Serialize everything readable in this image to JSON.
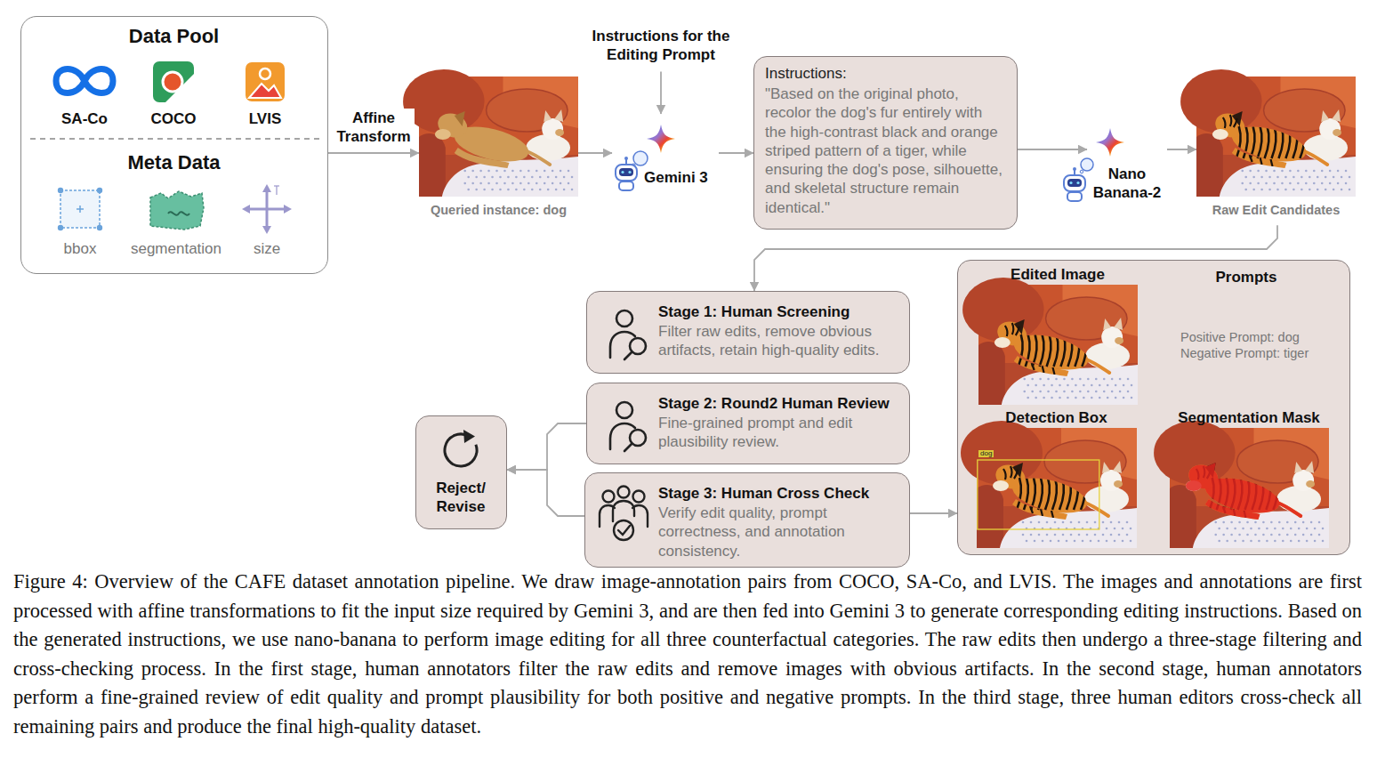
{
  "diagram": {
    "caption": "Figure 4: Overview of the CAFE dataset annotation pipeline. We draw image-annotation pairs from COCO, SA-Co, and LVIS. The images and annotations are first processed with affine transformations to fit the input size required by Gemini 3, and are then fed into Gemini 3 to generate corresponding editing instructions. Based on the generated instructions, we use nano-banana to perform image editing for all three counterfactual categories. The raw edits then undergo a three-stage filtering and cross-checking process. In the first stage, human annotators filter the raw edits and remove images with obvious artifacts. In the second stage, human annotators perform a fine-grained review of edit quality and prompt plausibility for both positive and negative prompts. In the third stage, three human editors cross-check all remaining pairs and produce the final high-quality dataset.",
    "nodes": [
      {
        "text": [
          "Data Pool",
          "SA-Co",
          "COCO",
          "LVIS",
          "Meta Data",
          "bbox",
          "segmentation",
          "size"
        ]
      },
      {
        "text": [
          "Queried instance: dog"
        ]
      },
      {
        "text": [
          "Instructions for the Editing Prompt"
        ]
      },
      {
        "text": [
          "Gemini 3"
        ]
      },
      {
        "text": [
          "Instructions:",
          "\"Based on the original photo, recolor the dog's fur entirely with the high-contrast black and orange striped pattern of a tiger, while ensuring the dog's pose, silhouette, and skeletal structure remain identical.\""
        ]
      },
      {
        "text": [
          "Nano Banana-2"
        ]
      },
      {
        "text": [
          "Raw Edit Candidates"
        ]
      },
      {
        "text": [
          "Stage 1: Human Screening",
          "Filter raw edits, remove obvious artifacts, retain high-quality edits."
        ]
      },
      {
        "text": [
          "Stage 2: Round2 Human Review",
          "Fine-grained prompt and edit plausibility review."
        ]
      },
      {
        "text": [
          "Stage 3: Human Cross Check",
          "Verify edit quality, prompt correctness, and annotation consistency."
        ]
      },
      {
        "text": [
          "Reject/ Revise"
        ]
      },
      {
        "text": [
          "Prompts",
          "Positive Prompt: dog",
          "Negative Prompt: tiger"
        ]
      },
      {
        "text": [
          "Edited Image"
        ],
        "in": 11
      },
      {
        "text": [
          "Detection Box"
        ],
        "in": 11
      },
      {
        "text": [
          "Segmentation Mask"
        ],
        "in": 11
      }
    ],
    "edges": [
      {
        "from": 0,
        "to": 1,
        "label": "Affine Transform",
        "arrow": "to"
      },
      {
        "from": 1,
        "to": 3,
        "arrow": "to"
      },
      {
        "from": 2,
        "to": 3,
        "arrow": "to"
      },
      {
        "from": 3,
        "to": 4,
        "arrow": "to"
      },
      {
        "from": 4,
        "to": 5,
        "arrow": "to"
      },
      {
        "from": 5,
        "to": 6,
        "arrow": "to"
      },
      {
        "from": 6,
        "to": 7,
        "arrow": "to"
      },
      {
        "from": 8,
        "to": 10,
        "arrow": "to"
      },
      {
        "from": 9,
        "to": 10,
        "arrow": "to"
      },
      {
        "from": 9,
        "to": 11,
        "arrow": "to"
      }
    ],
    "labels": [
      "dog"
    ]
  }
}
